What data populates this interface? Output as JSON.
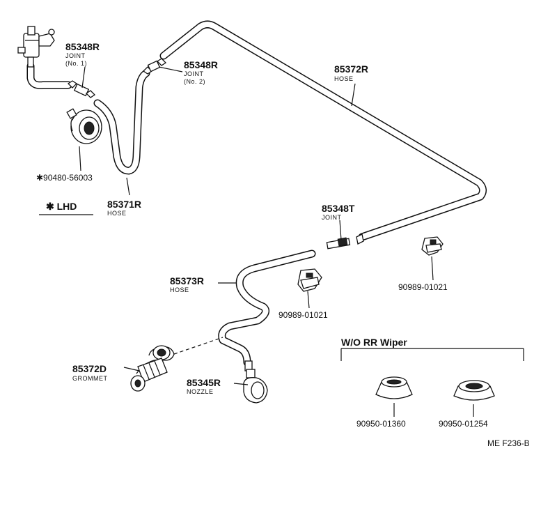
{
  "labels": {
    "joint1": {
      "number": "85348R",
      "type": "JOINT",
      "detail": "(No. 1)"
    },
    "joint2": {
      "number": "85348R",
      "type": "JOINT",
      "detail": "(No. 2)"
    },
    "hose_85372R": {
      "number": "85372R",
      "type": "HOSE"
    },
    "hose_85371R": {
      "number": "85371R",
      "type": "HOSE"
    },
    "joint_85348T": {
      "number": "85348T",
      "type": "JOINT"
    },
    "hose_85373R": {
      "number": "85373R",
      "type": "HOSE"
    },
    "grommet": {
      "number": "85372D",
      "type": "GROMMET"
    },
    "nozzle": {
      "number": "85345R",
      "type": "NOZZLE"
    },
    "pump_cap": {
      "number": "✱90480-56003"
    },
    "lhd_note": "✱ LHD",
    "clip_right": {
      "number": "90989-01021"
    },
    "clip_center": {
      "number": "90989-01021"
    },
    "wo_rr_wiper": "W/O RR Wiper",
    "plug_1": {
      "number": "90950-01360"
    },
    "plug_2": {
      "number": "90950-01254"
    },
    "diagram_code": "ME F236-B"
  }
}
